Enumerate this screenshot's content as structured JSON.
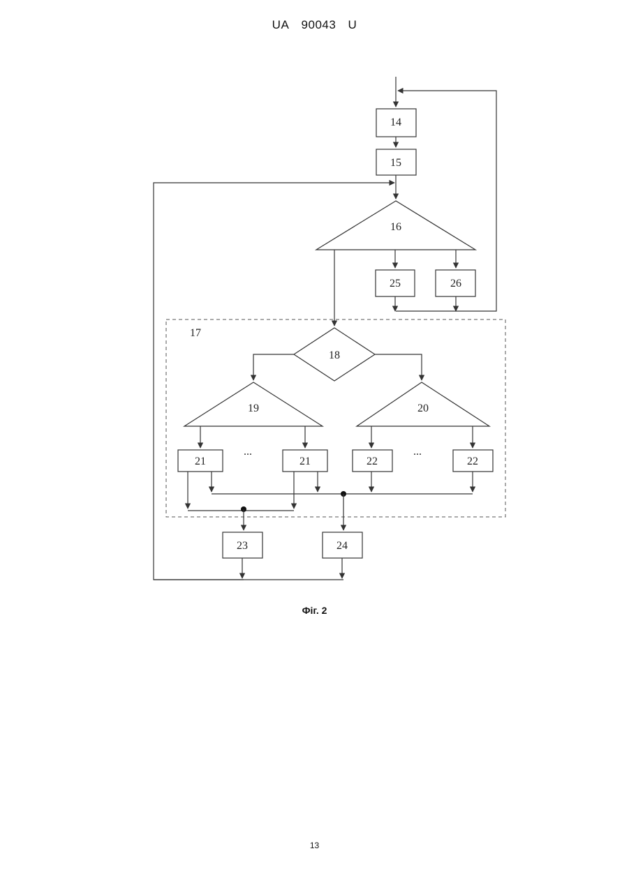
{
  "header": {
    "country": "UA",
    "number": "90043",
    "kind": "U"
  },
  "diagram": {
    "nodes": {
      "n14": "14",
      "n15": "15",
      "n16": "16",
      "n17": "17",
      "n18": "18",
      "n19": "19",
      "n20": "20",
      "n21a": "21",
      "n21b": "21",
      "n22a": "22",
      "n22b": "22",
      "n23": "23",
      "n24": "24",
      "n25": "25",
      "n26": "26",
      "ellipsis_left": "...",
      "ellipsis_right": "..."
    }
  },
  "caption": "Фіг. 2",
  "page_number": "13"
}
